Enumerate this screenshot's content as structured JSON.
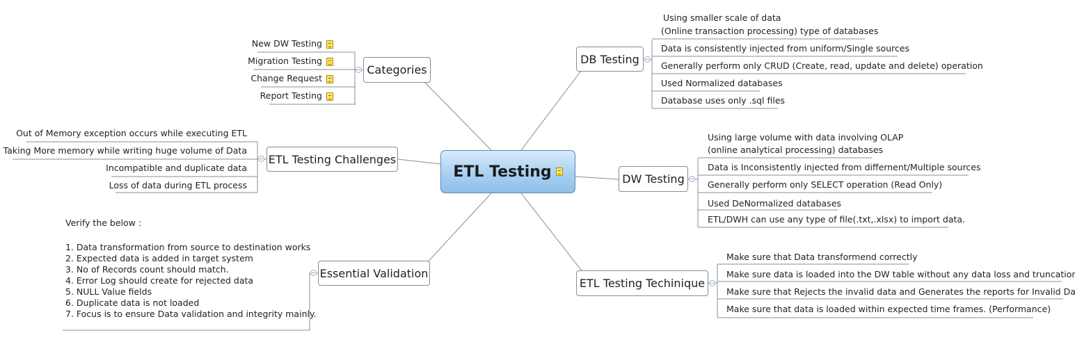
{
  "root": {
    "title": "ETL Testing"
  },
  "categories": {
    "title": "Categories",
    "items": [
      "New DW Testing",
      "Migration Testing",
      "Change Request",
      "Report Testing"
    ]
  },
  "challenges": {
    "title": "ETL Testing Challenges",
    "items": [
      "Out of Memory exception occurs while executing ETL",
      "Taking More memory while writing huge volume of Data",
      "Incompatible and duplicate data",
      "Loss of data during ETL process"
    ]
  },
  "validation": {
    "title": "Essential Validation",
    "heading": "Verify the below :",
    "items": [
      "1. Data transformation from source to destination works",
      "2. Expected data is added in target system",
      "3. No of Records count should match.",
      "4. Error Log should create for rejected data",
      "5. NULL Value fields",
      "6. Duplicate data is not loaded",
      "7. Focus is to ensure Data validation and integrity mainly."
    ]
  },
  "db_testing": {
    "title": "DB Testing",
    "items": [
      "Using smaller scale of data",
      "(Online transaction processing) type of databases",
      "Data is consistently injected from uniform/Single sources",
      "Generally perform only CRUD (Create, read, update and delete) operation",
      "Used Normalized databases",
      "Database uses only .sql files"
    ]
  },
  "dw_testing": {
    "title": "DW Testing",
    "items": [
      "Using large volume with data involving OLAP",
      "(online analytical processing) databases",
      "Data is Inconsistently injected from differnent/Multiple sources",
      "Generally perform only SELECT operation (Read Only)",
      "Used DeNormalized databases",
      "ETL/DWH can use any type of file(.txt,.xlsx) to import data."
    ]
  },
  "technique": {
    "title": "ETL Testing Techinique",
    "items": [
      "Make sure that Data transformend correctly",
      "Make sure data is loaded into the DW table without any data loss and truncation.",
      "Make sure that Rejects the invalid data and Generates the reports for Invalid Data",
      "Make sure that data is loaded within expected time frames. (Performance)"
    ]
  },
  "colors": {
    "root_border": "#5b86b0",
    "link": "#8c8c8c",
    "note": "#ffe36b"
  },
  "icons": {
    "note": "note-icon",
    "collapse": "collapse-toggle-icon"
  }
}
